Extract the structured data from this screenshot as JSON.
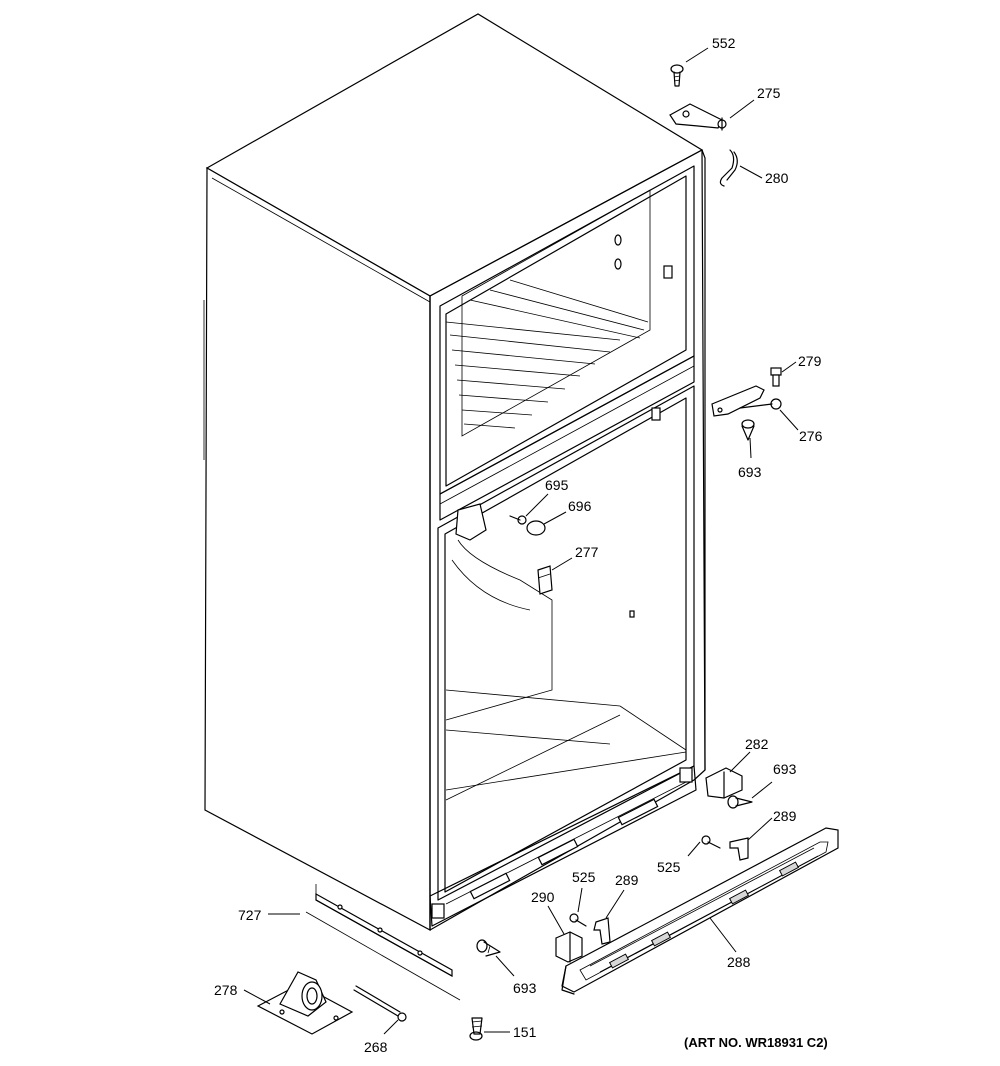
{
  "diagram": {
    "art_number": "(ART NO. WR18931 C2)",
    "callouts": {
      "c552": "552",
      "c275": "275",
      "c280": "280",
      "c279": "279",
      "c276": "276",
      "c693a": "693",
      "c695": "695",
      "c696": "696",
      "c277": "277",
      "c282": "282",
      "c693b": "693",
      "c289a": "289",
      "c525a": "525",
      "c525b": "525",
      "c289b": "289",
      "c290": "290",
      "c727": "727",
      "c288": "288",
      "c693c": "693",
      "c278": "278",
      "c268": "268",
      "c151": "151"
    }
  }
}
